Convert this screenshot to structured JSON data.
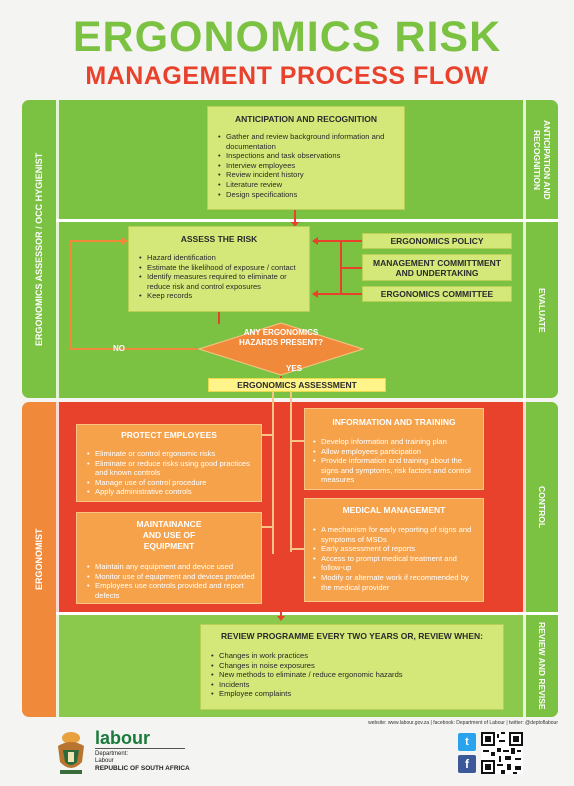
{
  "header": {
    "title_line1": "ERGONOMICS RISK",
    "title_line2": "MANAGEMENT PROCESS FLOW"
  },
  "sidebars": {
    "left_green": "ERGONOMICS ASSESSOR / OCC HYGIENIST",
    "left_orange": "ERGONOMIST",
    "right_anticipation": "ANTICIPATION AND RECOGNITION",
    "right_evaluate": "EVALUATE",
    "right_control": "CONTROL",
    "right_review": "REVIEW AND REVISE"
  },
  "anticipation": {
    "heading": "ANTICIPATION AND RECOGNITION",
    "items": [
      "Gather and review background information and documentation",
      "Inspections and task observations",
      "Interview employees",
      "Review incident history",
      "Literature review",
      "Design specifications"
    ]
  },
  "assess": {
    "heading": "ASSESS THE RISK",
    "items": [
      "Hazard identification",
      "Estimate the likelihood of exposure / contact",
      "Identify measures required to eliminate or reduce risk and control exposures",
      "Keep records"
    ]
  },
  "inputs": {
    "policy": "ERGONOMICS POLICY",
    "commitment": "MANAGEMENT COMMITTMENT AND UNDERTAKING",
    "committee": "ERGONOMICS COMMITTEE"
  },
  "decision": {
    "question": "ANY ERGONOMICS HAZARDS PRESENT?",
    "no_label": "NO",
    "yes_label": "YES"
  },
  "ergonomics_assessment": "ERGONOMICS ASSESSMENT",
  "protect": {
    "heading": "PROTECT EMPLOYEES",
    "items": [
      "Eliminate or control ergonomic risks",
      "Eliminate or reduce risks using good practices and known controls",
      "Manage use of control procedure",
      "Apply administrative controls"
    ]
  },
  "maintenance": {
    "heading": "MAINTAINANCE AND USE OF EQUIPMENT",
    "items": [
      "Maintain any equipment and device used",
      "Monitor use of equipment and devices provided",
      "Employees use controls provided and report defects"
    ]
  },
  "information": {
    "heading": "INFORMATION AND TRAINING",
    "items": [
      "Develop information and training plan",
      "Allow employees participation",
      "Provide information and training about the signs and symptoms, risk factors and control measures"
    ]
  },
  "medical": {
    "heading": "MEDICAL MANAGEMENT",
    "items": [
      "A mechanism for early reporting of signs and symptoms of MSDs",
      "Early assessment of reports",
      "Access to prompt medical treatment and follow-up",
      "Modify or alternate work if recommended by the medical provider"
    ]
  },
  "review": {
    "heading": "REVIEW PROGRAMME EVERY TWO YEARS OR, REVIEW WHEN:",
    "items": [
      "Changes in work practices",
      "Changes in noise exposures",
      "New methods to eliminate / reduce ergonomic hazards",
      "Incidents",
      "Employee complaints"
    ]
  },
  "footer": {
    "contact": "website: www.labour.gov.za  |  facebook: Department of Labour  |  twitter: @deptoflabour",
    "brand": "labour",
    "dept_line1": "Department:",
    "dept_line2": "Labour",
    "dept_line3": "REPUBLIC OF SOUTH AFRICA"
  },
  "colors": {
    "green": "#7cc242",
    "red": "#e8412c",
    "orange": "#f08a3a",
    "light_green": "#d4e87a"
  }
}
